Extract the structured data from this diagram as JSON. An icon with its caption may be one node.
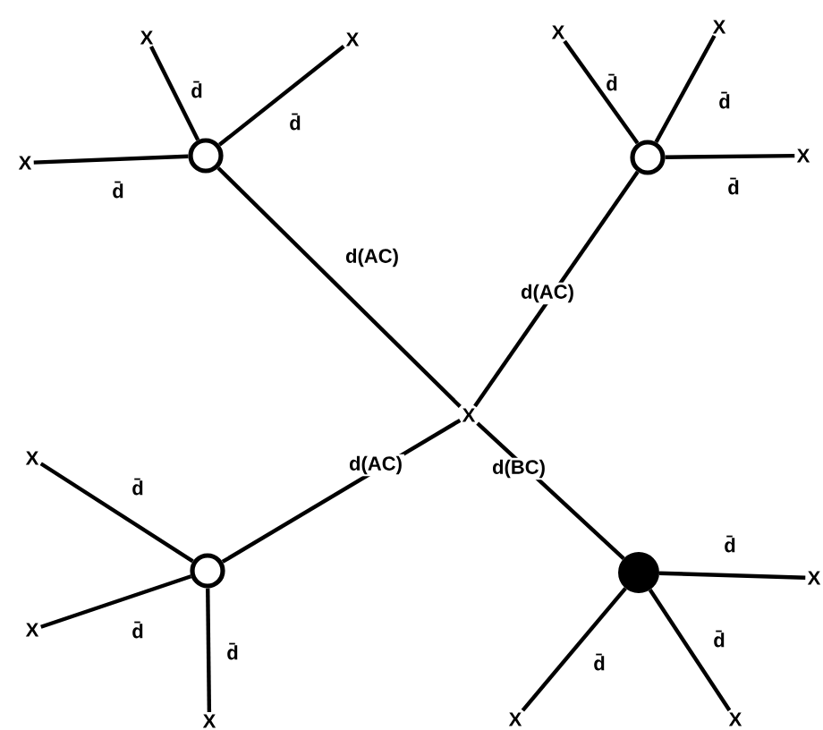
{
  "diagram": {
    "nodes": [
      {
        "text": [],
        "shape": "circle"
      },
      {
        "text": [
          "X"
        ]
      },
      {
        "text": [
          "X"
        ]
      },
      {
        "text": [
          "X"
        ]
      },
      {
        "text": [],
        "shape": "circle"
      },
      {
        "text": [
          "X"
        ]
      },
      {
        "text": [
          "X"
        ]
      },
      {
        "text": [
          "X"
        ]
      },
      {
        "text": [
          "X"
        ]
      },
      {
        "text": [],
        "shape": "circle"
      },
      {
        "text": [
          "X"
        ]
      },
      {
        "text": [
          "X"
        ]
      },
      {
        "text": [
          "X"
        ]
      },
      {
        "text": [],
        "shape": "dot"
      },
      {
        "text": [
          "X"
        ]
      },
      {
        "text": [
          "X"
        ]
      },
      {
        "text": [
          "X"
        ]
      }
    ],
    "edges": [
      {
        "from": 0,
        "to": 1,
        "label": "d̄",
        "arrow": "none"
      },
      {
        "from": 0,
        "to": 2,
        "label": "d̄",
        "arrow": "none"
      },
      {
        "from": 0,
        "to": 3,
        "label": "d̄",
        "arrow": "none"
      },
      {
        "from": 4,
        "to": 5,
        "label": "d̄",
        "arrow": "none"
      },
      {
        "from": 4,
        "to": 6,
        "label": "d̄",
        "arrow": "none"
      },
      {
        "from": 4,
        "to": 7,
        "label": "d̄",
        "arrow": "none"
      },
      {
        "from": 0,
        "to": 8,
        "label": "d(AC)",
        "arrow": "none"
      },
      {
        "from": 4,
        "to": 8,
        "label": "d(AC)",
        "arrow": "none"
      },
      {
        "from": 9,
        "to": 8,
        "label": "d(AC)",
        "arrow": "none"
      },
      {
        "from": 8,
        "to": 13,
        "label": "d(BC)",
        "arrow": "none"
      },
      {
        "from": 9,
        "to": 10,
        "label": "d̄",
        "arrow": "none"
      },
      {
        "from": 9,
        "to": 11,
        "label": "d̄",
        "arrow": "none"
      },
      {
        "from": 9,
        "to": 12,
        "label": "d̄",
        "arrow": "none"
      },
      {
        "from": 13,
        "to": 14,
        "label": "d̄",
        "arrow": "none"
      },
      {
        "from": 13,
        "to": 15,
        "label": "d̄",
        "arrow": "none"
      },
      {
        "from": 13,
        "to": 16,
        "label": "d̄",
        "arrow": "none"
      }
    ]
  }
}
